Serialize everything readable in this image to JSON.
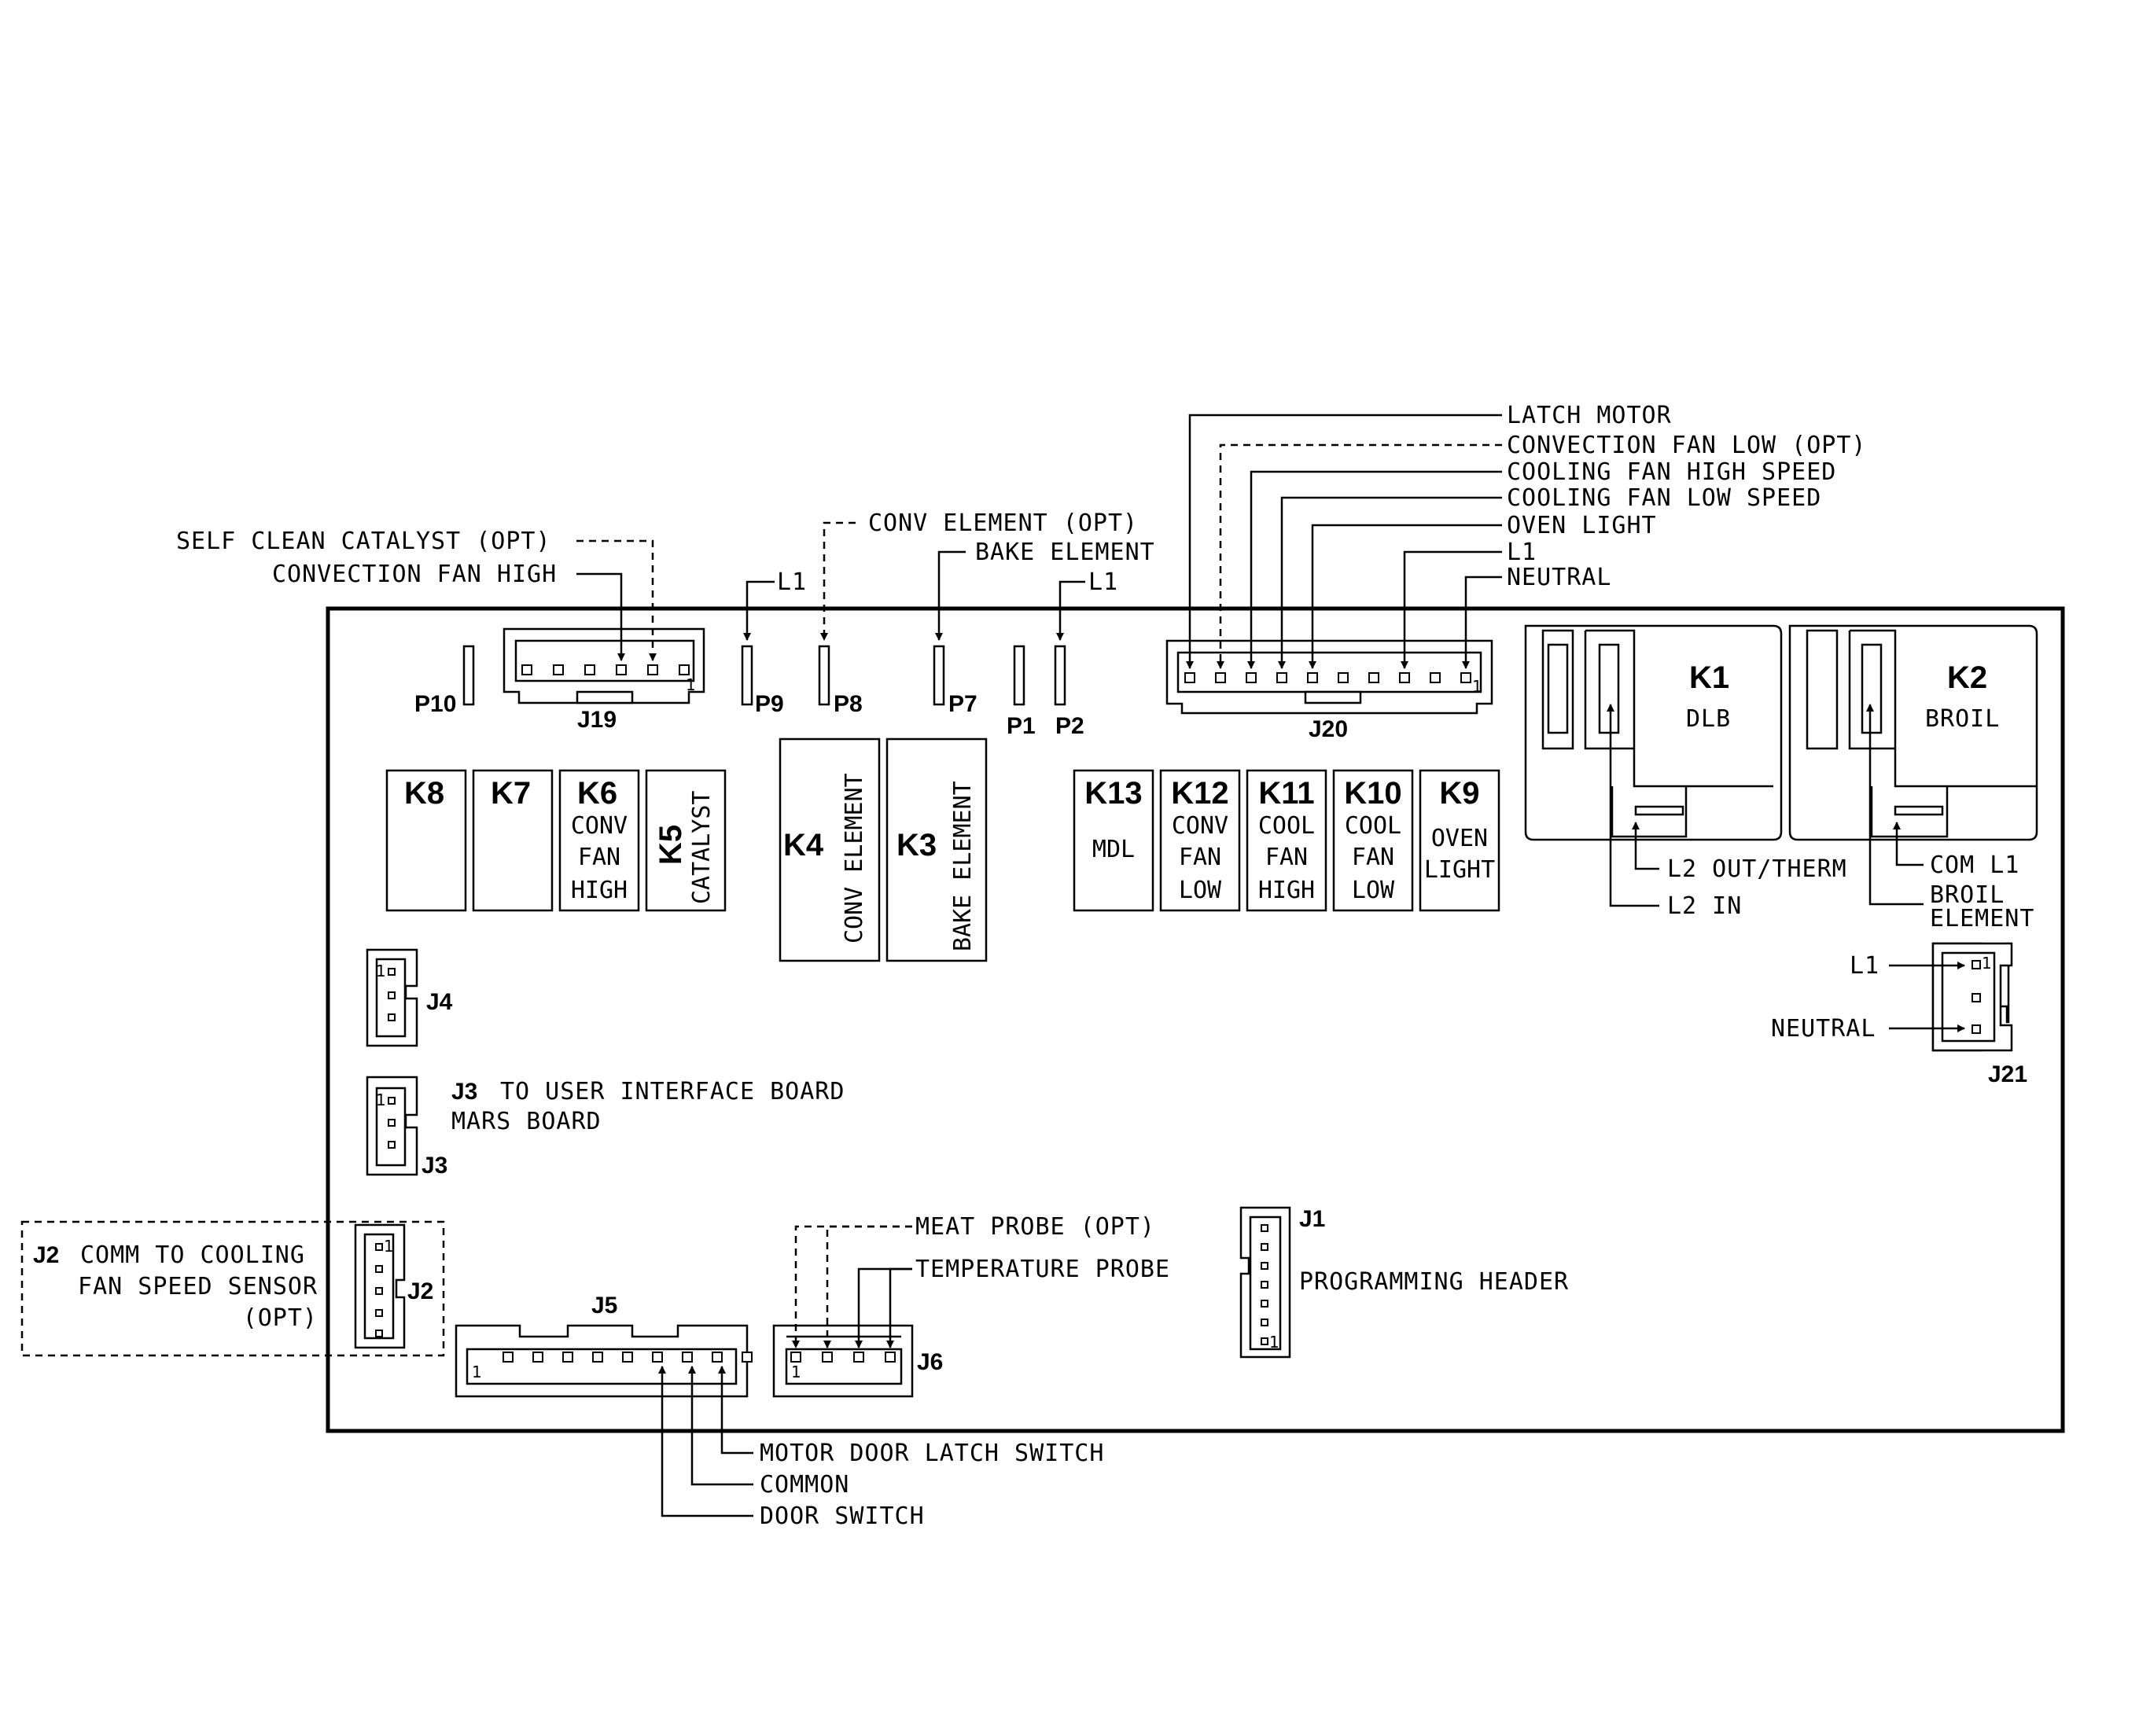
{
  "board_refs": {
    "p10": "P10",
    "j19": "J19",
    "p9": "P9",
    "p8": "P8",
    "p7": "P7",
    "p1": "P1",
    "p2": "P2",
    "j20": "J20",
    "j4": "J4",
    "j3": "J3",
    "j2": "J2",
    "j5": "J5",
    "j6": "J6",
    "j1": "J1",
    "j21": "J21"
  },
  "relays": {
    "k8": {
      "id": "K8"
    },
    "k7": {
      "id": "K7"
    },
    "k6": {
      "id": "K6",
      "l1": "CONV",
      "l2": "FAN",
      "l3": "HIGH"
    },
    "k5": {
      "id": "K5",
      "l1": "CATALYST"
    },
    "k4": {
      "id": "K4",
      "l1": "CONV ELEMENT"
    },
    "k3": {
      "id": "K3",
      "l1": "BAKE ELEMENT"
    },
    "k13": {
      "id": "K13",
      "l1": "MDL"
    },
    "k12": {
      "id": "K12",
      "l1": "CONV",
      "l2": "FAN",
      "l3": "LOW"
    },
    "k11": {
      "id": "K11",
      "l1": "COOL",
      "l2": "FAN",
      "l3": "HIGH"
    },
    "k10": {
      "id": "K10",
      "l1": "COOL",
      "l2": "FAN",
      "l3": "LOW"
    },
    "k9": {
      "id": "K9",
      "l1": "OVEN",
      "l2": "LIGHT"
    },
    "k1": {
      "id": "K1",
      "l1": "DLB"
    },
    "k2": {
      "id": "K2",
      "l1": "BROIL"
    }
  },
  "callouts": {
    "self_clean_catalyst": "SELF CLEAN CATALYST (OPT)",
    "convection_fan_high": "CONVECTION FAN HIGH",
    "l1_p9": "L1",
    "conv_element": "CONV ELEMENT (OPT)",
    "bake_element": "BAKE ELEMENT",
    "l1_p2": "L1",
    "latch_motor": "LATCH MOTOR",
    "convection_fan_low": "CONVECTION FAN LOW (OPT)",
    "cooling_fan_high": "COOLING FAN HIGH SPEED",
    "cooling_fan_low": "COOLING FAN LOW SPEED",
    "oven_light": "OVEN LIGHT",
    "l1_j20": "L1",
    "neutral_j20": "NEUTRAL",
    "l2_out_therm": "L2 OUT/THERM",
    "l2_in": "L2 IN",
    "com_l1": "COM L1",
    "broil_element_1": "BROIL",
    "broil_element_2": "ELEMENT",
    "l1_j21": "L1",
    "neutral_j21": "NEUTRAL",
    "j3_desc_1": "TO USER INTERFACE BOARD",
    "j3_desc_2": "MARS BOARD",
    "j2_desc_1": "COMM TO COOLING",
    "j2_desc_2": "FAN SPEED SENSOR",
    "j2_desc_3": "(OPT)",
    "meat_probe": "MEAT PROBE (OPT)",
    "temperature_probe": "TEMPERATURE PROBE",
    "programming_header": "PROGRAMMING HEADER",
    "motor_door_latch": "MOTOR DOOR LATCH SWITCH",
    "common": "COMMON",
    "door_switch": "DOOR SWITCH"
  },
  "pin1_marker": "1"
}
